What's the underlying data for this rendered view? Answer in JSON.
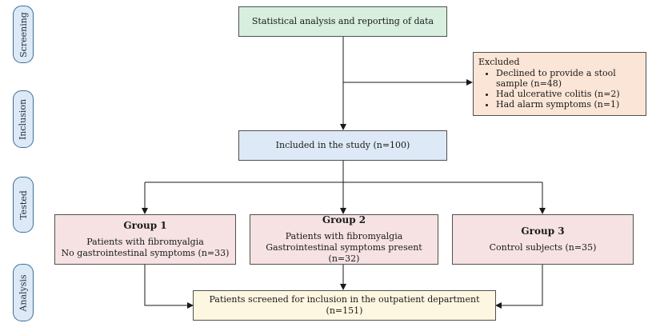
{
  "colors": {
    "green_fill": "#d8efdf",
    "blue_fill": "#dde9f6",
    "orange_fill": "#fbe5d6",
    "pink_fill": "#f6e2e2",
    "yellow_fill": "#fdf6e0",
    "stage_border": "#3b6f99"
  },
  "stages": {
    "screening": "Screening",
    "inclusion": "Inclusion",
    "tested": "Tested",
    "analysis": "Analysis"
  },
  "top_box": "Statistical analysis and reporting of data",
  "excluded": {
    "heading": "Excluded",
    "items": [
      "Declined to provide a stool sample (n=48)",
      "Had ulcerative colitis (n=2)",
      "Had alarm symptoms (n=1)"
    ]
  },
  "included_box": "Included in the study (n=100)",
  "groups": [
    {
      "title": "Group 1",
      "line1": "Patients with fibromyalgia",
      "line2": "No gastrointestinal symptoms (n=33)"
    },
    {
      "title": "Group 2",
      "line1": "Patients with fibromyalgia",
      "line2": "Gastrointestinal symptoms present (n=32)"
    },
    {
      "title": "Group 3",
      "line1": "Control subjects (n=35)"
    }
  ],
  "bottom_box": "Patients screened for inclusion in the outpatient department (n=151)"
}
